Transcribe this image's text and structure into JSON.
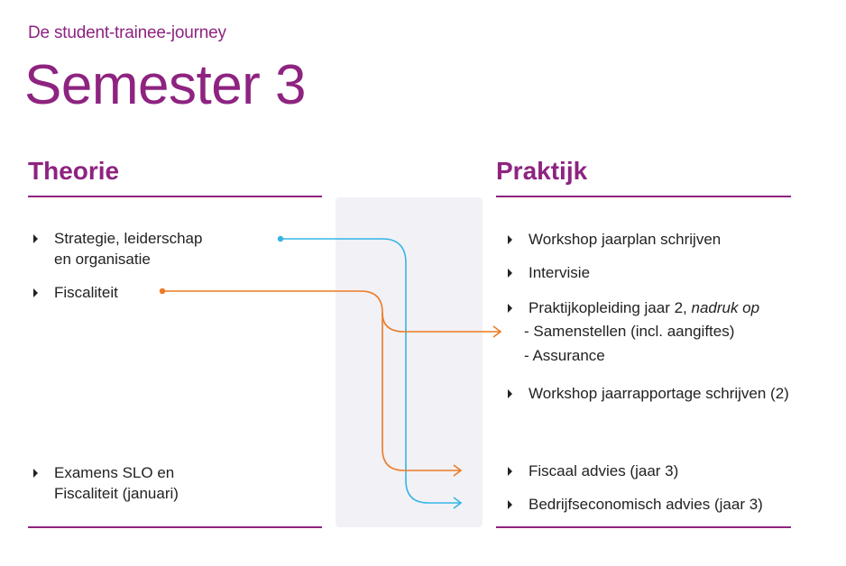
{
  "header": {
    "subtitle": "De student-trainee-journey",
    "title": "Semester 3"
  },
  "theory": {
    "heading": "Theorie",
    "items": [
      {
        "line1": "Strategie, leiderschap",
        "line2": "en organisatie"
      },
      {
        "line1": "Fiscaliteit"
      },
      {
        "line1": "Examens SLO en",
        "line2": "Fiscaliteit (januari)"
      }
    ]
  },
  "practice": {
    "heading": "Praktijk",
    "items": [
      {
        "text": "Workshop jaarplan schrijven"
      },
      {
        "text": "Intervisie"
      },
      {
        "text": "Praktijkopleiding jaar 2, ",
        "emphasis": "nadruk op"
      },
      {
        "text": "Workshop jaarrapportage schrijven (2)"
      },
      {
        "text": "Fiscaal advies (jaar 3)"
      },
      {
        "text": "Bedrijfseconomisch advies (jaar 3)"
      }
    ],
    "sub_items": [
      "- Samenstellen (incl. aangiftes)",
      "- Assurance"
    ]
  },
  "colors": {
    "accent": "#8e2380",
    "connector_blue": "#35b5e5",
    "connector_orange": "#ec7a24",
    "band": "#f2f1f6"
  },
  "connectors": [
    {
      "from": "Strategie, leiderschap en organisatie",
      "to": "Bedrijfseconomisch advies (jaar 3)",
      "color": "blue"
    },
    {
      "from": "Fiscaliteit",
      "to": "Praktijkopleiding jaar 2",
      "color": "orange"
    },
    {
      "from": "Fiscaliteit",
      "to": "Fiscaal advies (jaar 3)",
      "color": "orange"
    }
  ]
}
